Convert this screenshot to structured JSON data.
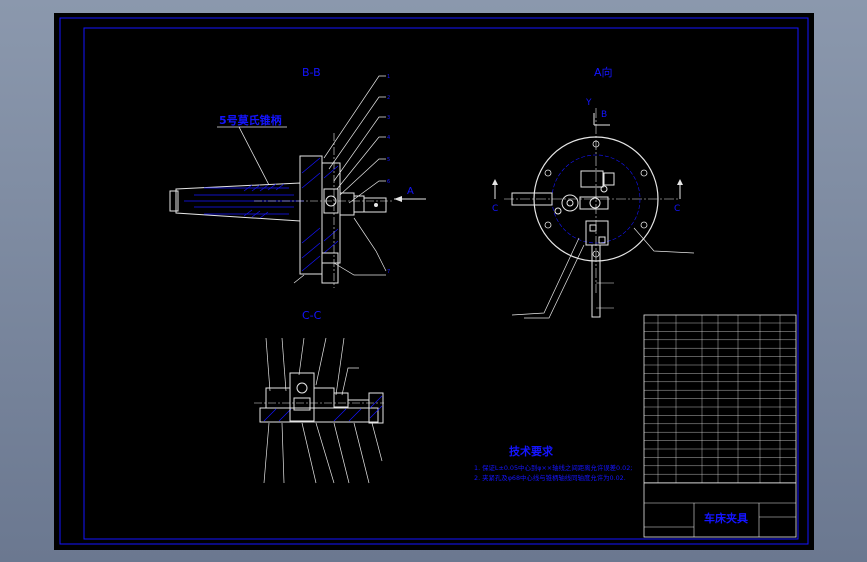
{
  "views": {
    "bb_label": "B-B",
    "a_label": "A向",
    "cc_label": "C-C",
    "arrow_a": "A",
    "mark_b": "B",
    "mark_y": "Y",
    "mark_c_left": "C",
    "mark_c_right": "C"
  },
  "callout": {
    "morse_label": "5号莫氏锥柄"
  },
  "tech": {
    "title": "技术要求",
    "line1": "1. 保证L±0.05中心到φ××轴线之间距离允许误差0.02;",
    "line2": "2. 夹紧孔及φ68中心线与锥柄轴线同轴度允许为0.02."
  },
  "title_block": {
    "drawing_name": "车床夹具"
  },
  "colors": {
    "drawing_blue": "#1414ff",
    "white_line": "#e6e6e6",
    "background": "#000000"
  }
}
